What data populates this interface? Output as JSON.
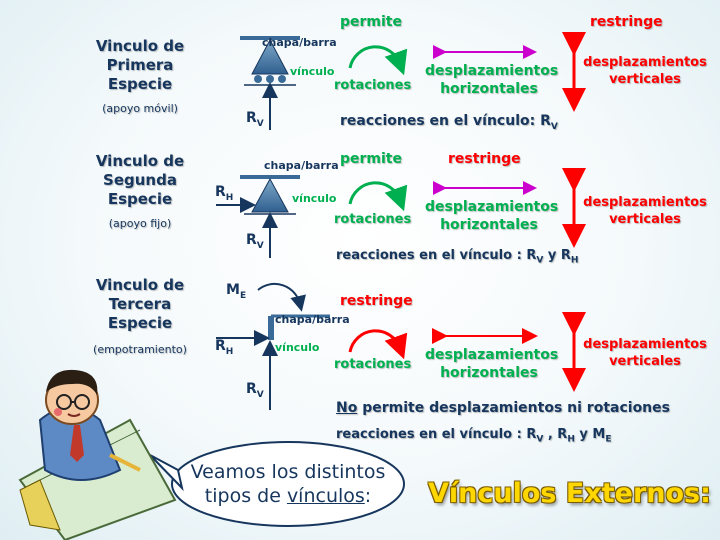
{
  "types": [
    {
      "title": "Vinculo de Primera Especie",
      "sub": "(apoyo móvil)"
    },
    {
      "title": "Vinculo de Segunda Especie",
      "sub": "(apoyo fijo)"
    },
    {
      "title": "Vinculo de Tercera Especie",
      "sub": "(empotramiento)"
    }
  ],
  "labels": {
    "chapa": "chapa/barra",
    "vinculo": "vínculo",
    "permite": "permite",
    "restringe": "restringe",
    "rotaciones": "rotaciones",
    "desp_h1": "desplazamientos",
    "desp_h2": "horizontales",
    "desp_v1": "desplazamientos",
    "desp_v2": "verticales"
  },
  "forces": {
    "R": "R",
    "M": "M",
    "sub_v": "V",
    "sub_h": "H",
    "sub_e": "E"
  },
  "reactions": {
    "r1_text": "reacciones en el vínculo: R",
    "r1_sub": "V",
    "r2_text": "reacciones en el vínculo : R",
    "r2_sub1": "V",
    "r2_mid": " y R",
    "r2_sub2": "H",
    "r3_text": "reacciones en el vínculo : R",
    "r3_sub1": "V",
    "r3_mid1": " , R",
    "r3_sub2": "H",
    "r3_mid2": " y M",
    "r3_sub3": "E"
  },
  "third": {
    "no": "No",
    "rest": " permite desplazamientos ni rotaciones"
  },
  "bubble": {
    "line1": "Veamos los distintos",
    "line2_a": "tipos de ",
    "line2_b": "vínculos",
    "line2_c": ":"
  },
  "main_title": "Vínculos Externos:",
  "colors": {
    "navy": "#17365d",
    "green": "#00b050",
    "red": "#ff0000",
    "magenta": "#cc00cc",
    "gold": "#ffd700"
  }
}
